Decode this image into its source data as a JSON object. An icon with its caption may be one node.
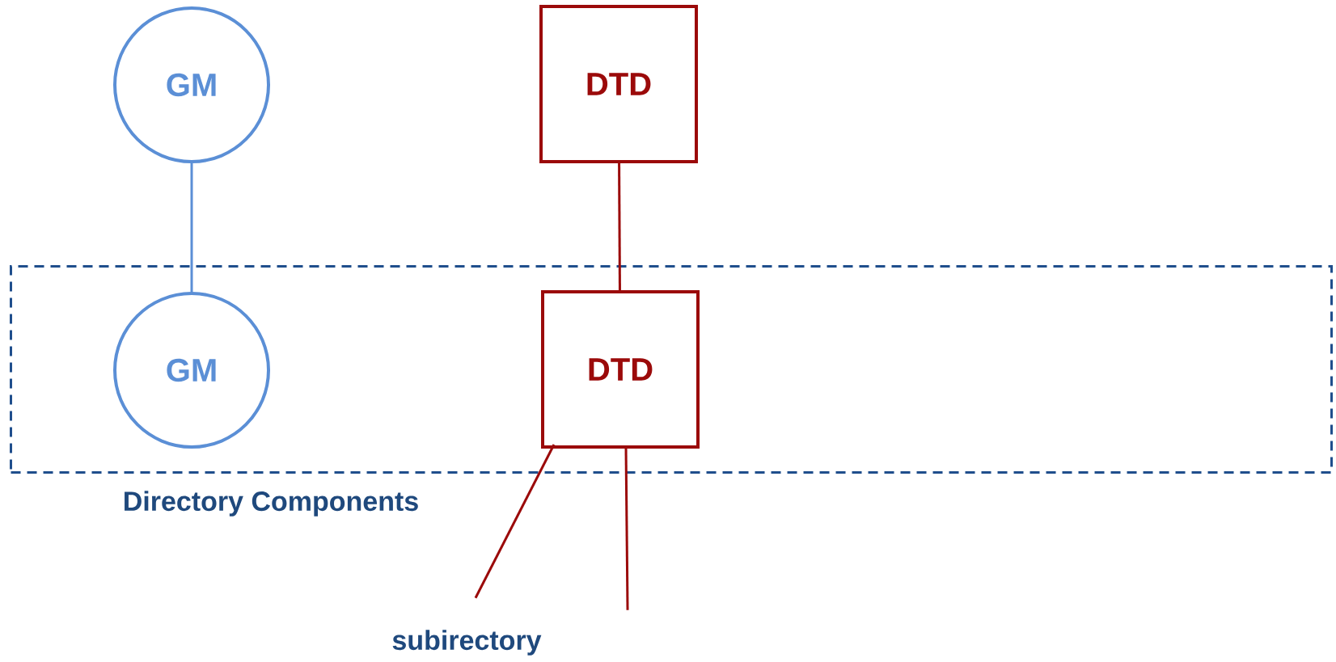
{
  "diagram": {
    "nodes": [
      {
        "text": [
          "GM"
        ]
      },
      {
        "text": [
          "DTD"
        ]
      },
      {
        "text": [
          "Directory Components"
        ]
      },
      {
        "text": [
          "GM"
        ],
        "in": 2
      },
      {
        "text": [
          "DTD"
        ],
        "in": 2
      },
      {
        "text": [
          "subirectory"
        ]
      }
    ],
    "edges": [
      {
        "from": 0,
        "to": 3,
        "arrow": "none",
        "color": "#5b8fd6"
      },
      {
        "from": 1,
        "to": 4,
        "arrow": "none"
      },
      {
        "from": 4,
        "to": 5,
        "arrow": "none"
      },
      {
        "from": 4,
        "to": 5,
        "arrow": "none"
      }
    ]
  }
}
